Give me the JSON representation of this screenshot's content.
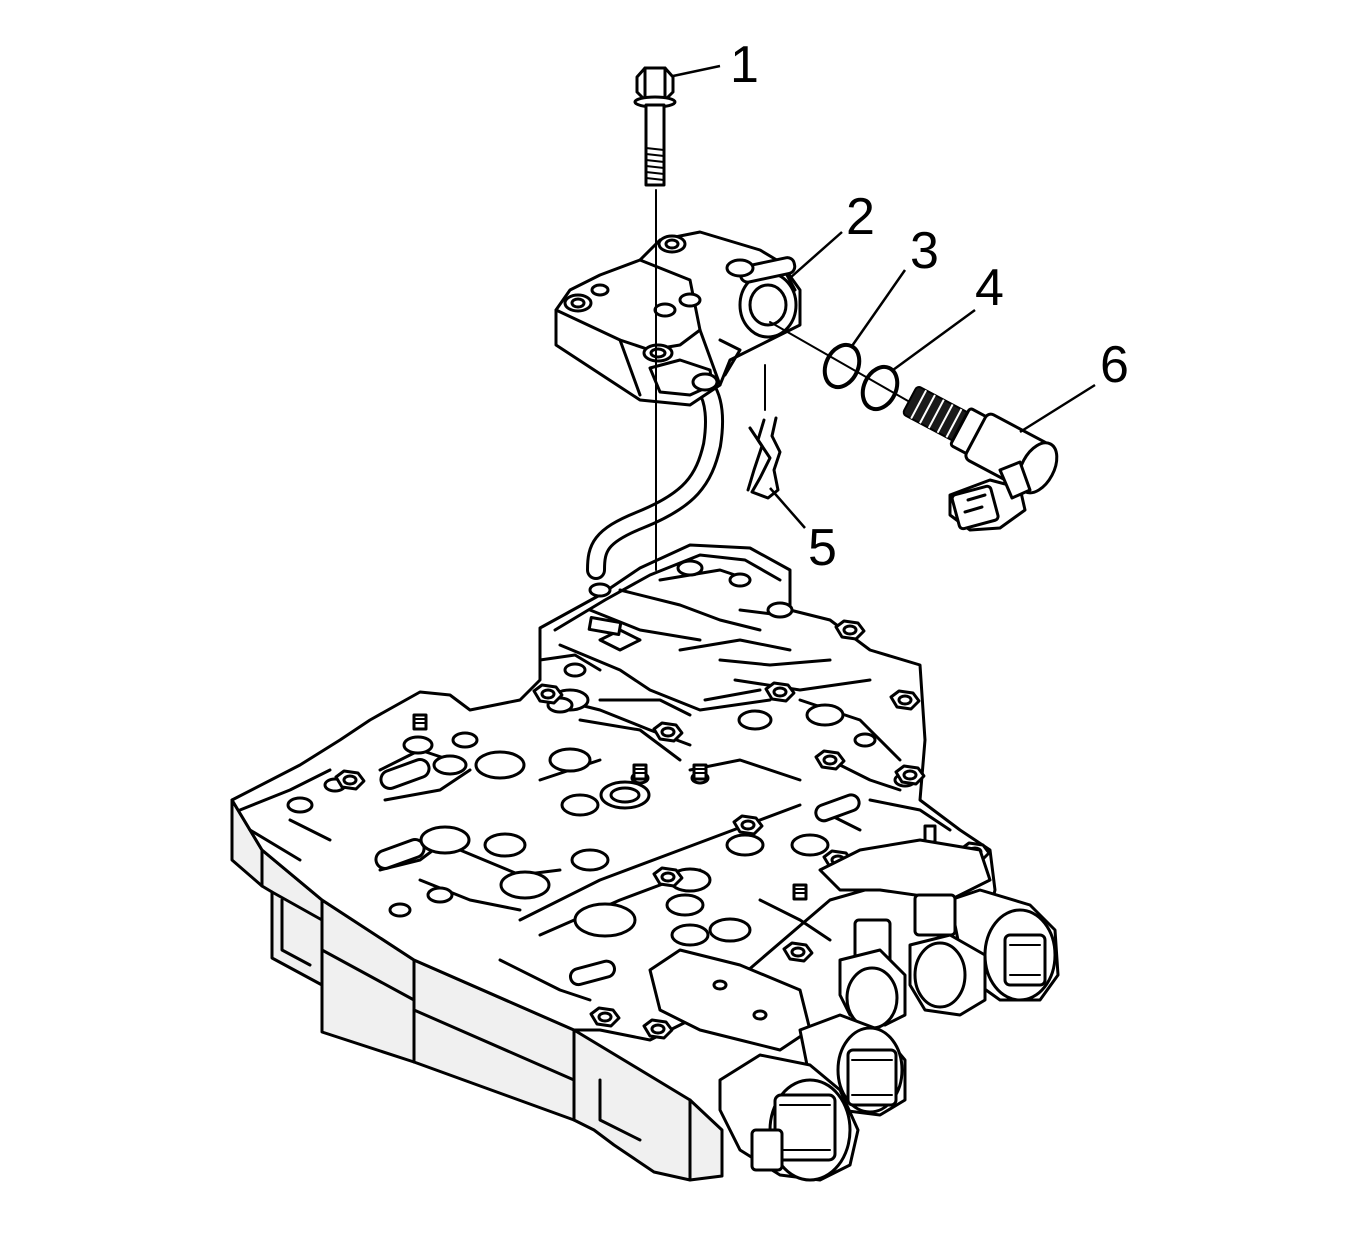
{
  "callouts": [
    {
      "id": "1",
      "label": "1",
      "part": "bolt"
    },
    {
      "id": "2",
      "label": "2",
      "part": "solenoid-housing"
    },
    {
      "id": "3",
      "label": "3",
      "part": "o-ring-outer"
    },
    {
      "id": "4",
      "label": "4",
      "part": "o-ring-inner"
    },
    {
      "id": "5",
      "label": "5",
      "part": "retainer-clip"
    },
    {
      "id": "6",
      "label": "6",
      "part": "solenoid-valve"
    }
  ]
}
